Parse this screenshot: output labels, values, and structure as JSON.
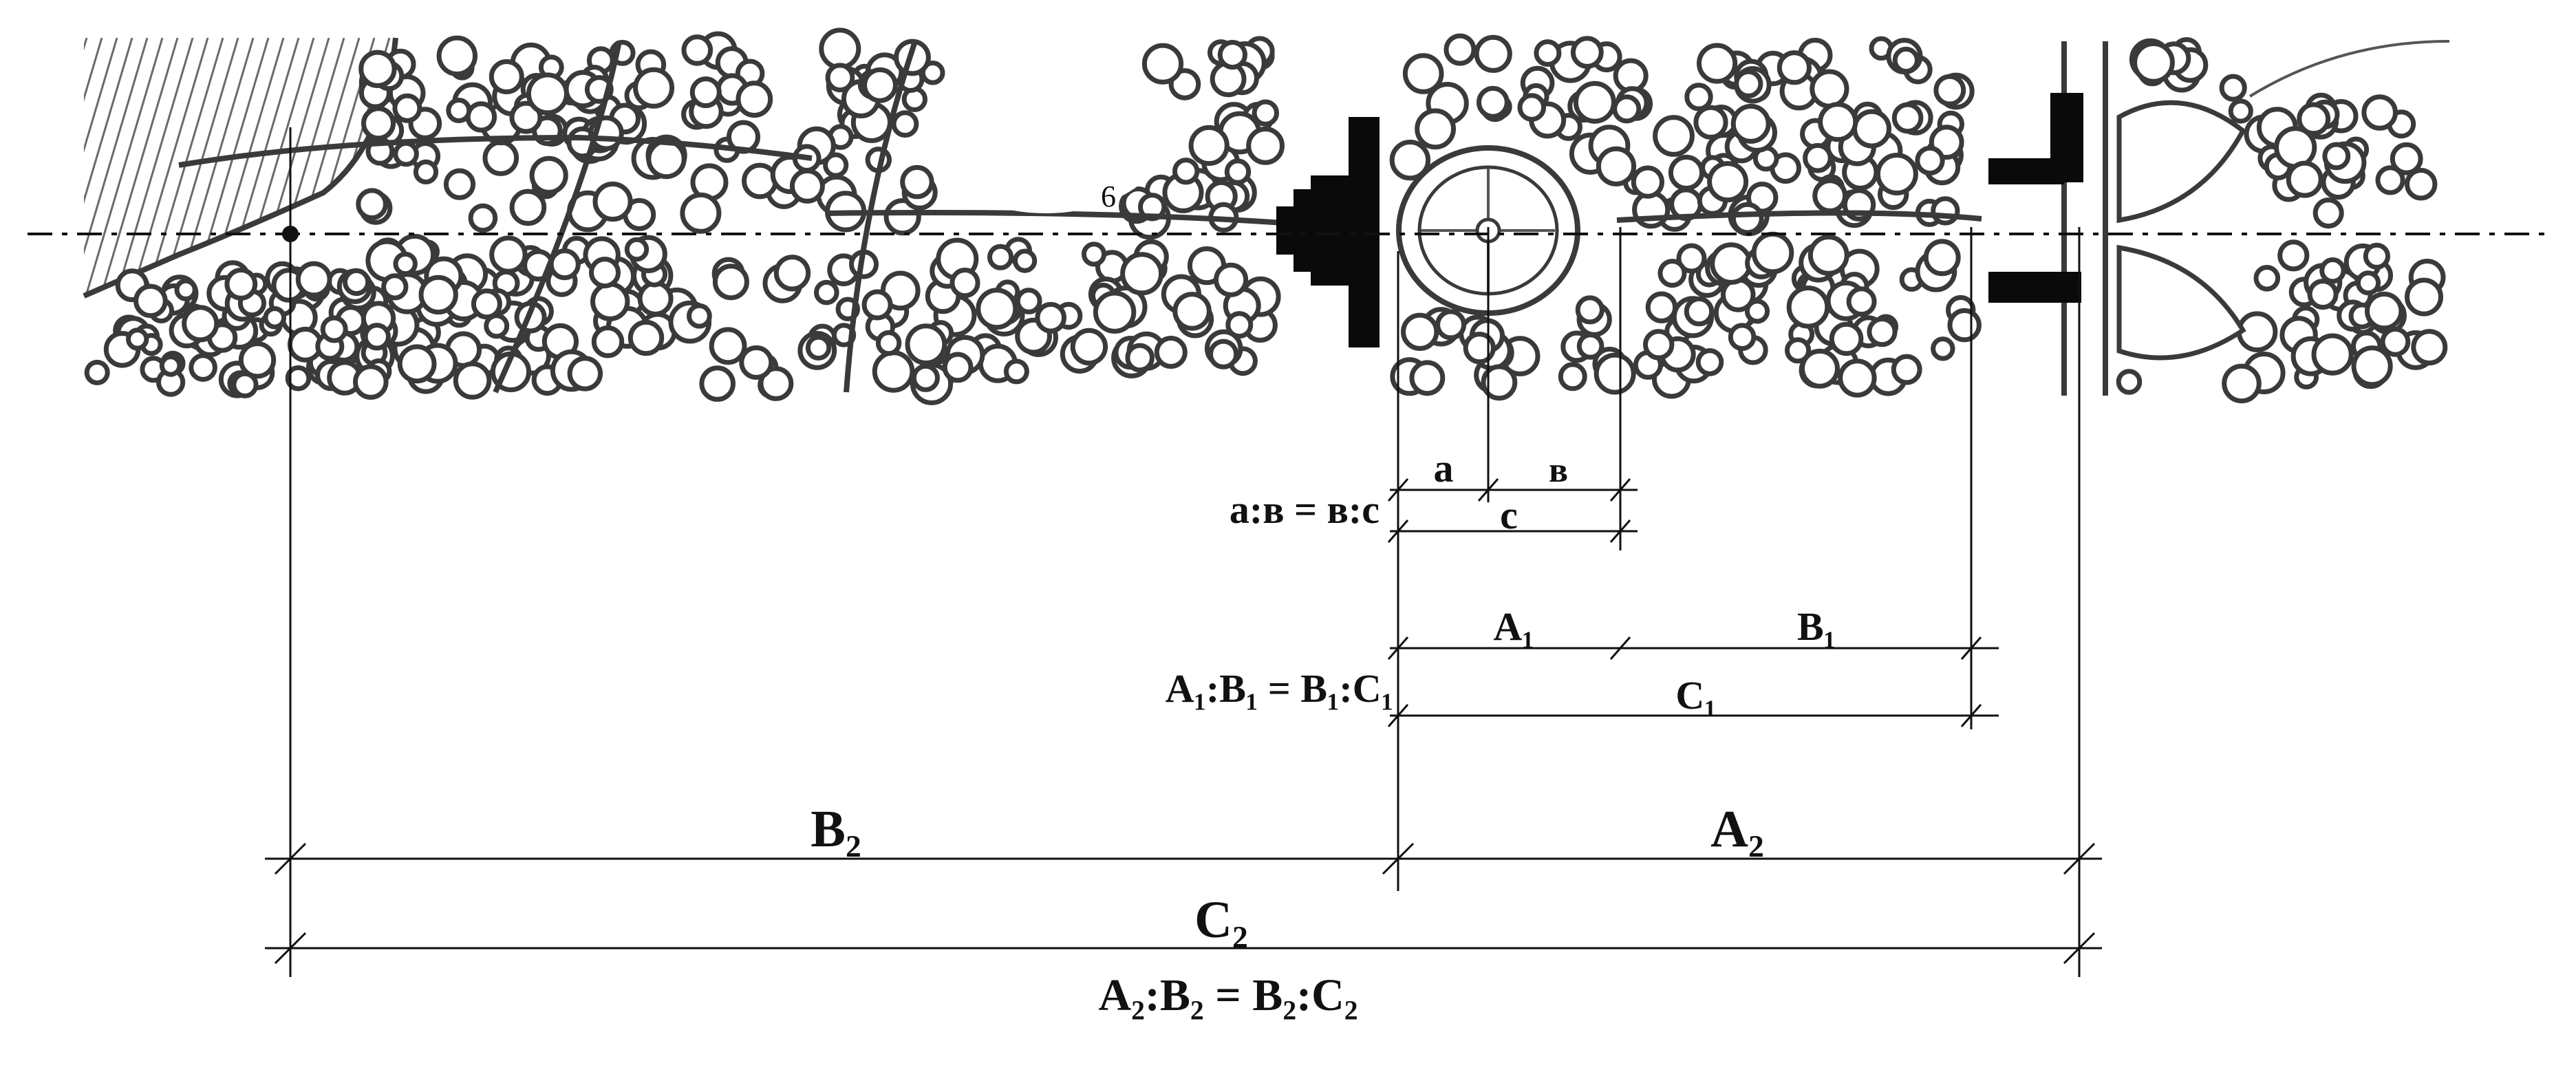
{
  "labels": {
    "seg_a": "a",
    "seg_b": "в",
    "seg_c": "c",
    "ratio_small": "a:в = в:c",
    "seg_A1": "A₁",
    "seg_B1": "B₁",
    "seg_C1": "C₁",
    "ratio_mid": "A₁:B₁ = B₁:C₁",
    "seg_B2": "B₂",
    "seg_A2": "A₂",
    "seg_C2": "C₂",
    "ratio_large": "A₂:B₂ = B₂:C₂"
  },
  "colors": {
    "ink": "#111111",
    "tree_outline": "#3a3a3a",
    "building": "#0a0a0a",
    "background": "#ffffff"
  }
}
